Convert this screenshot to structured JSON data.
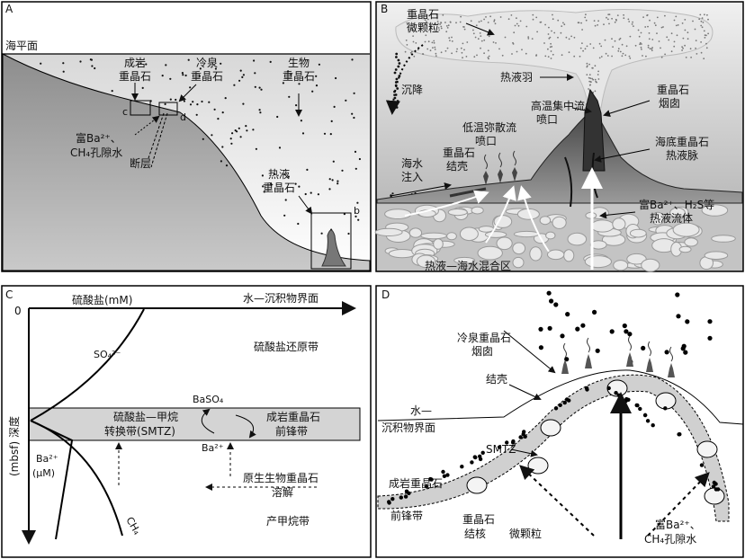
{
  "panelA": {
    "letter": "A",
    "sea_level": "海平面",
    "diagenetic": [
      "成岩",
      "重晶石"
    ],
    "cold_seep": [
      "冷泉",
      "重晶石"
    ],
    "biogenic": [
      "生物",
      "重晶石"
    ],
    "ba_rich": [
      "富Ba²⁺、",
      "CH₄孔隙水"
    ],
    "fault": "断层",
    "hydrothermal": [
      "热液",
      "重晶石"
    ],
    "box_c": "c",
    "box_d": "d",
    "box_b": "b"
  },
  "panelB": {
    "letter": "B",
    "microparticle": [
      "重晶石",
      "微颗粒"
    ],
    "plume": "热液羽",
    "sink": "沉降",
    "high_temp": [
      "高温集中流",
      "喷口"
    ],
    "chimney": [
      "重晶石",
      "烟囱"
    ],
    "low_temp": [
      "低温弥散流",
      "喷口"
    ],
    "crust": [
      "重晶石",
      "结壳"
    ],
    "seawater": [
      "海水",
      "注入"
    ],
    "vein": [
      "海底重晶石",
      "热液脉"
    ],
    "fluid": [
      "富Ba²⁺、H₂S等",
      "热液流体"
    ],
    "mix_zone": "热液—海水混合区"
  },
  "panelC": {
    "letter": "C",
    "sulfate_axis": "硫酸盐(mM)",
    "zero": "0",
    "interface": "水—沉积物界面",
    "depth_axis": "(mbsf) 深度",
    "so4": "SO₄²⁻",
    "reduction_zone": "硫酸盐还原带",
    "smtz": [
      "硫酸盐—甲烷",
      "转换带(SMTZ)"
    ],
    "baso4": "BaSO₄",
    "front": [
      "成岩重晶石",
      "前锋带"
    ],
    "ba_label": [
      "Ba²⁺",
      "(μM)"
    ],
    "ba2": "Ba²⁺",
    "dissolution": [
      "原生生物重晶石",
      "溶解"
    ],
    "ch4": "CH₄",
    "methanogenic": "产甲烷带"
  },
  "panelD": {
    "letter": "D",
    "seep_chimney": [
      "冷泉重晶石",
      "烟囱"
    ],
    "crust": "结壳",
    "interface": [
      "水—",
      "沉积物界面"
    ],
    "smtz": "SMTZ",
    "front": [
      "成岩重晶石",
      "前锋带"
    ],
    "nodule": [
      "重晶石",
      "结核"
    ],
    "micro": "微颗粒",
    "ba_rich": [
      "富Ba²⁺、",
      "CH₄孔隙水"
    ]
  }
}
